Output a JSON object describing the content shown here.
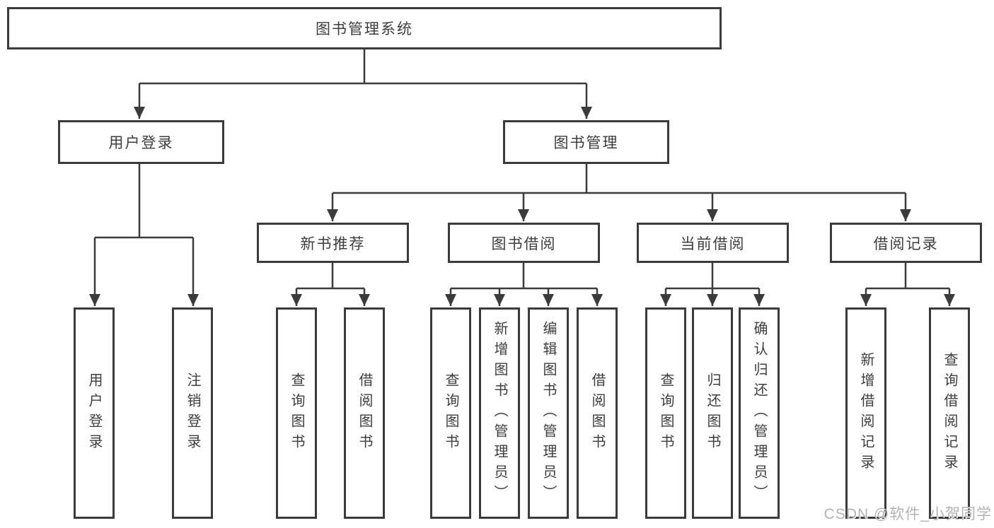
{
  "diagram": {
    "title": "图书管理系统",
    "branches": {
      "user_login": {
        "label": "用户登录",
        "children": [
          "用户登录",
          "注销登录"
        ]
      },
      "book_mgmt": {
        "label": "图书管理",
        "sections": {
          "new_book": {
            "label": "新书推荐",
            "children": [
              "查询图书",
              "借阅图书"
            ]
          },
          "borrow": {
            "label": "图书借阅",
            "children": [
              "查询图书",
              "新增图书（管理员）",
              "编辑图书（管理员）",
              "借阅图书"
            ]
          },
          "current": {
            "label": "当前借阅",
            "children": [
              "查询图书",
              "归还图书",
              "确认归还（管理员）"
            ]
          },
          "records": {
            "label": "借阅记录",
            "children": [
              "新增借阅记录",
              "查询借阅记录"
            ]
          }
        }
      }
    },
    "watermark": "CSDN @软件_小贺同学",
    "colors": {
      "line": "#3b3b3b",
      "text": "#3d3d3d",
      "watermark": "#b3b3b3"
    }
  }
}
